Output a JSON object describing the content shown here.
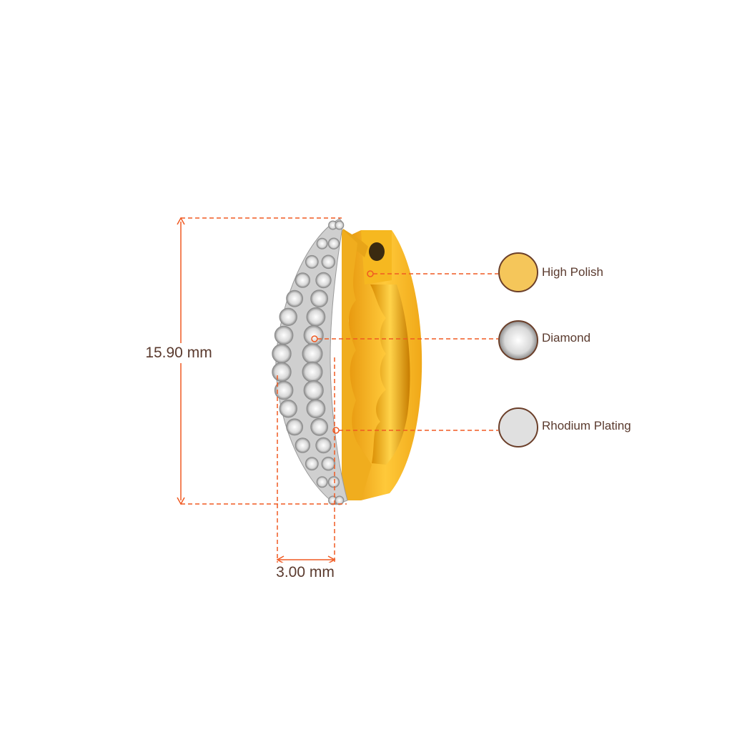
{
  "dimensions": {
    "height_label": "15.90 mm",
    "width_label": "3.00 mm"
  },
  "features": [
    {
      "label": "High Polish",
      "swatch_color": "#f5c65a",
      "icon": "gold-swatch-icon"
    },
    {
      "label": "Diamond",
      "swatch_color": "#e8e8e8",
      "icon": "diamond-swatch-icon"
    },
    {
      "label": "Rhodium Plating",
      "swatch_color": "#e0e0e0",
      "icon": "rhodium-swatch-icon"
    }
  ],
  "colors": {
    "dimension_line": "#f05a22",
    "text": "#5a3a2e",
    "gold": "#f2b51c",
    "swatch_border": "#6b3f2a"
  }
}
